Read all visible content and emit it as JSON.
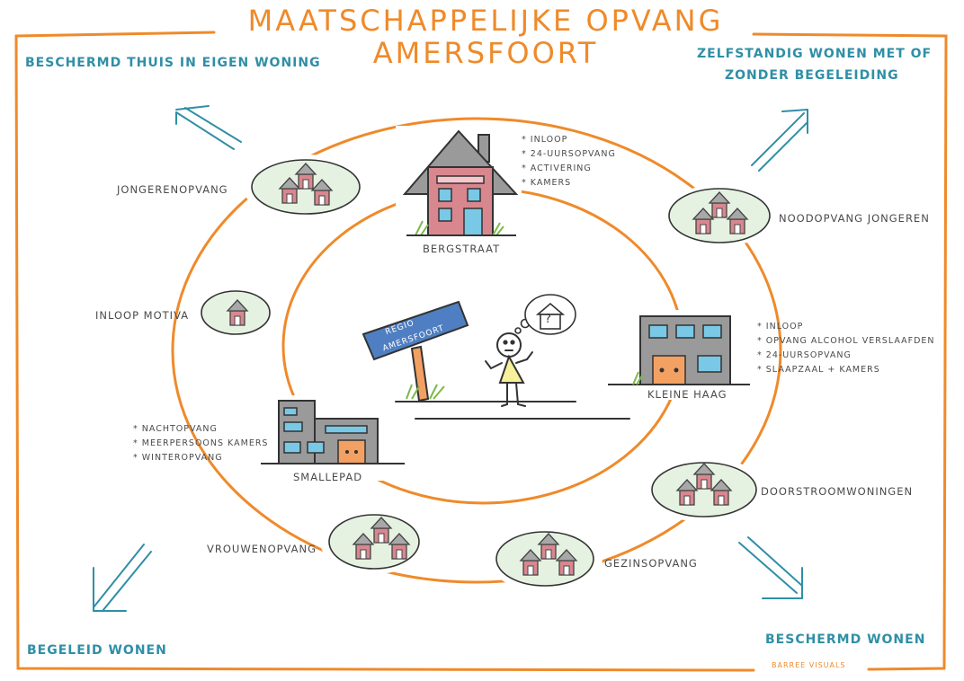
{
  "title": {
    "line1": "MAATSCHAPPELIJKE OPVANG",
    "line2": "AMERSFOORT"
  },
  "corners": {
    "top_left": "BESCHERMD THUIS IN EIGEN WONING",
    "top_right_line1": "ZELFSTANDIG WONEN MET OF",
    "top_right_line2": "ZONDER BEGELEIDING",
    "bottom_left": "BEGELEID WONEN",
    "bottom_right": "BESCHERMD WONEN"
  },
  "outer_ring": [
    {
      "id": "jongerenopvang",
      "label": "JONGERENOPVANG"
    },
    {
      "id": "noodopvang",
      "label": "NOODOPVANG JONGEREN"
    },
    {
      "id": "inloop-motiva",
      "label": "INLOOP MOTIVA"
    },
    {
      "id": "doorstroom",
      "label": "DOORSTROOMWONINGEN"
    },
    {
      "id": "vrouwenopvang",
      "label": "VROUWENOPVANG"
    },
    {
      "id": "gezinsopvang",
      "label": "GEZINSOPVANG"
    }
  ],
  "locations": {
    "bergstraat": {
      "label": "BERGSTRAAT",
      "services": [
        "INLOOP",
        "24-UURSOPVANG",
        "ACTIVERING",
        "KAMERS"
      ]
    },
    "kleine_haag": {
      "label": "KLEINE HAAG",
      "services": [
        "INLOOP",
        "OPVANG ALCOHOL VERSLAAFDEN",
        "24-UURSOPVANG",
        "SLAAPZAAL + KAMERS"
      ]
    },
    "smallepad": {
      "label": "SMALLEPAD",
      "services": [
        "NACHTOPVANG",
        "MEERPERSOONS KAMERS",
        "WINTEROPVANG"
      ]
    }
  },
  "sign": {
    "line1": "REGIO",
    "line2": "AMERSFOORT"
  },
  "thought_symbol": "?",
  "signature": "BARREE VISUALS",
  "colors": {
    "orange": "#ef8a2a",
    "teal": "#2f8fa6",
    "house": "#d9878f",
    "roof": "#9a9a9a",
    "bubble": "#e6f2e1"
  }
}
